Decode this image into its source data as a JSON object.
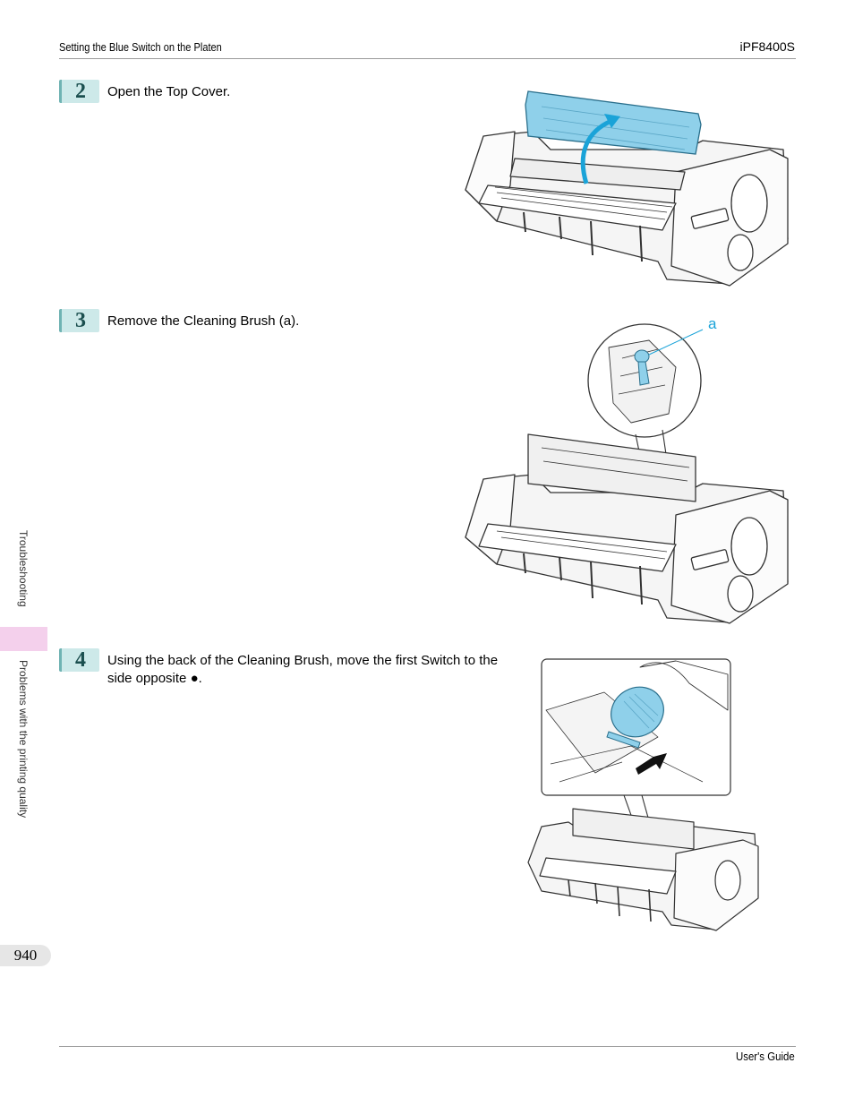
{
  "header": {
    "section_title": "Setting the Blue Switch on the Platen",
    "model": "iPF8400S"
  },
  "steps": [
    {
      "number": "2",
      "text": "Open the Top Cover."
    },
    {
      "number": "3",
      "text": "Remove the Cleaning Brush (a).",
      "callout": "a"
    },
    {
      "number": "4",
      "text": "Using the back of the Cleaning Brush, move the first Switch to the side opposite ●."
    }
  ],
  "sidebar": {
    "chapter": "Troubleshooting",
    "section": "Problems with the printing quality"
  },
  "page_number": "940",
  "footer": {
    "guide": "User's Guide"
  },
  "colors": {
    "accent_blue": "#8fd0ea",
    "arrow_blue": "#1aa3d8",
    "badge_bg": "#cde9e9",
    "tab_pink": "#f4d0ec"
  }
}
